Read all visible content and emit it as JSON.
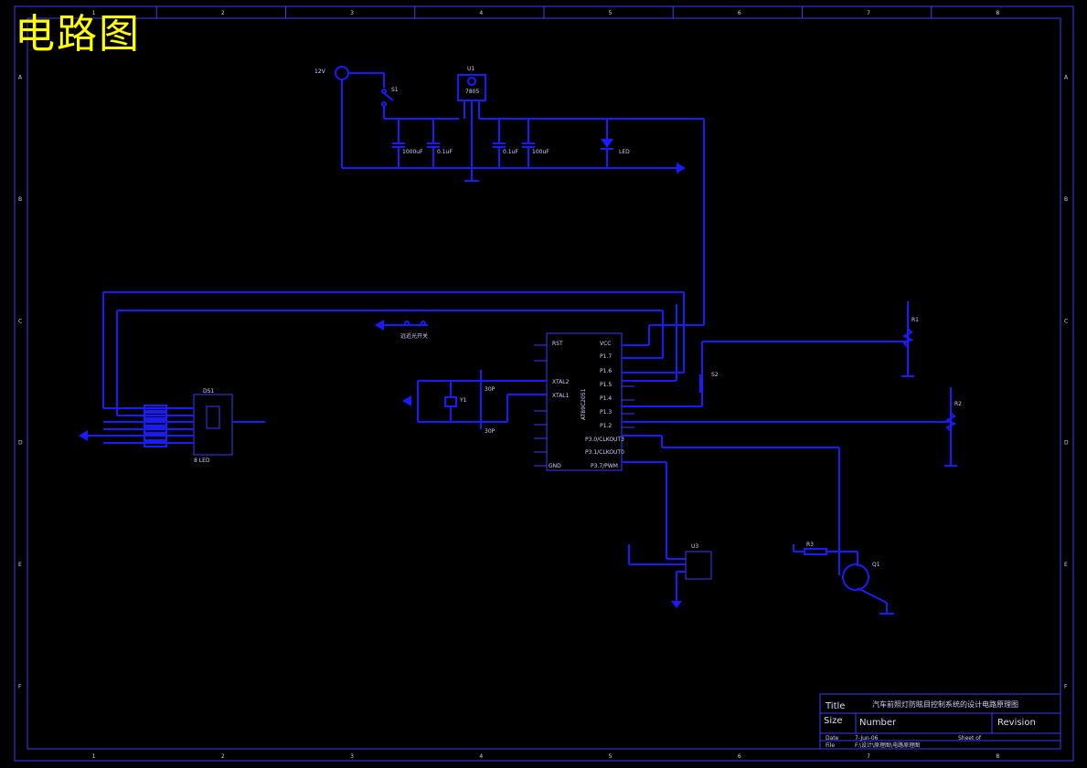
{
  "title": "电路图",
  "border": {
    "col_labels": [
      "1",
      "2",
      "3",
      "4",
      "5",
      "6",
      "7",
      "8"
    ],
    "row_labels": [
      "A",
      "B",
      "C",
      "D",
      "E",
      "F"
    ]
  },
  "title_block": {
    "title_label": "Title",
    "title_value": "汽车前照灯防眩目控制系统的设计电路原理图",
    "size_label": "Size",
    "number_label": "Number",
    "revision_label": "Revision",
    "date_label": "Date",
    "date_value": "7-Jun-06",
    "file_label": "File",
    "file_value": "F:\\设计\\原理图\\电路原理图",
    "sheet_label": "Sheet of"
  },
  "components": {
    "power_input": "12V",
    "switch_power": "S1",
    "regulator": "7805",
    "regulator_ref": "U1",
    "caps_power": [
      "1000uF",
      "0.1uF",
      "0.1uF",
      "100uF"
    ],
    "led": "LED",
    "mcu": "AT89C2051",
    "mcu_pins_left": [
      "RST",
      "XTAL2",
      "XTAL1",
      "GND"
    ],
    "mcu_pins_right": [
      "VCC",
      "P1.7",
      "P1.6",
      "P1.5",
      "P1.4",
      "P1.3",
      "P1.2",
      "P3.0/CLKOUT3",
      "P3.1/CLKOUT0",
      "P3.7/PWM"
    ],
    "crystal": "Y1",
    "caps_crystal": [
      "30P",
      "30P"
    ],
    "mode_switch": "远近光开关",
    "display_ref": "DS1",
    "display": "8 LED",
    "sensor": "U3",
    "transistor": "Q1",
    "resistor": "R3",
    "pots": [
      "R1",
      "R2"
    ],
    "key": "S2"
  }
}
